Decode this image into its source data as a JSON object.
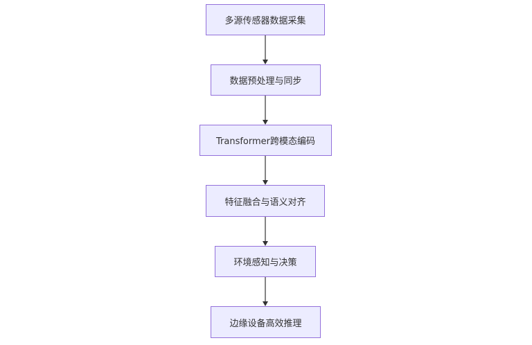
{
  "flowchart": {
    "nodes": [
      {
        "label": "多源传感器数据采集"
      },
      {
        "label": "数据预处理与同步"
      },
      {
        "label": "Transformer跨模态编码"
      },
      {
        "label": "特征融合与语义对齐"
      },
      {
        "label": "环境感知与决策"
      },
      {
        "label": "边缘设备高效推理"
      }
    ],
    "edges": [
      {
        "from": 0,
        "to": 1
      },
      {
        "from": 1,
        "to": 2
      },
      {
        "from": 2,
        "to": 3
      },
      {
        "from": 3,
        "to": 4
      },
      {
        "from": 4,
        "to": 5
      }
    ]
  }
}
